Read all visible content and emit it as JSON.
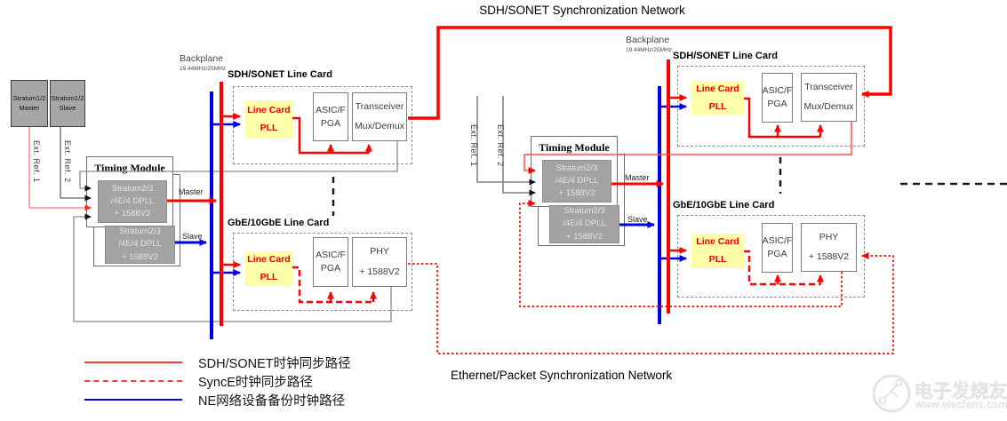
{
  "titles": {
    "top": "SDH/SONET Synchronization Network",
    "bottom": "Ethernet/Packet Synchronization Network"
  },
  "legend": {
    "items": [
      {
        "label": "SDH/SONET时钟同步路径",
        "line": "solid",
        "color": "#ff0000"
      },
      {
        "label": "SyncE时钟同步路径",
        "line": "dashed",
        "color": "#ff0000"
      },
      {
        "label": "NE网络设备备份时钟路径",
        "line": "solid",
        "color": "#0000ff"
      }
    ]
  },
  "labels": {
    "stratum_master_l1": "Stratum1/2",
    "stratum_master_l2": "Master",
    "stratum_slave_l1": "Stratum1/2",
    "stratum_slave_l2": "Slave",
    "ext_ref_1": "Ext. Ref. 1",
    "ext_ref_2": "Ext. Ref. 2",
    "backplane": "Backplane",
    "backplane_freq": "19.44MHz/25MHz",
    "timing_module": "Timing Module",
    "dpll_l1": "Stratum2/3",
    "dpll_l2": "/4E/4 DPLL",
    "dpll_l3": "+ 1588V2",
    "master": "Master",
    "slave": "Slave",
    "sdh_card_title": "SDH/SONET Line Card",
    "gbe_card_title": "GbE/10GbE Line Card",
    "pll_l1": "Line Card",
    "pll_l2": "PLL",
    "asic_l1": "ASIC/F",
    "asic_l2": "PGA",
    "xcvr_l1": "Transceiver",
    "xcvr_l2": "Mux/Demux",
    "phy_l1": "PHY",
    "phy_l2": "+ 1588V2"
  },
  "colors": {
    "sdh_sync_path": "#ff0000",
    "synce_sync_path": "#ff0000",
    "ne_backup_path": "#0000ff",
    "pll_fill": "#ffffaa",
    "pll_text": "#e80000",
    "module_gray": "#a6a6a6"
  },
  "watermark": {
    "brand": "电子发烧友",
    "site": "www.elecfans.com"
  }
}
